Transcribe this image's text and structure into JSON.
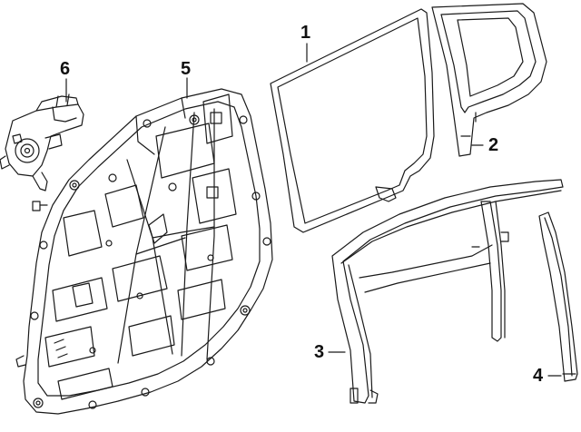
{
  "diagram": {
    "callouts": [
      {
        "id": "1",
        "label": "1"
      },
      {
        "id": "2",
        "label": "2"
      },
      {
        "id": "3",
        "label": "3"
      },
      {
        "id": "4",
        "label": "4"
      },
      {
        "id": "5",
        "label": "5"
      },
      {
        "id": "6",
        "label": "6"
      }
    ],
    "colors": {
      "line": "#1a1a1a",
      "background": "#ffffff"
    }
  }
}
